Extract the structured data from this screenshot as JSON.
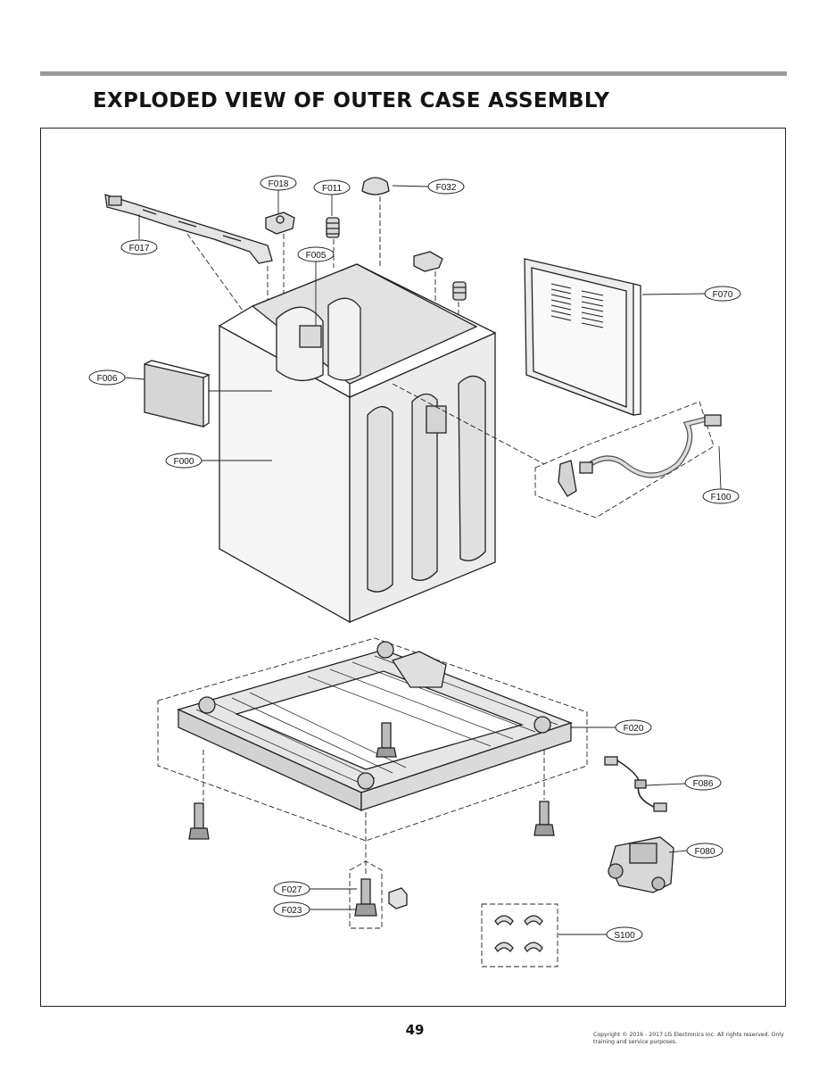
{
  "header": {
    "title": "EXPLODED VIEW OF OUTER CASE ASSEMBLY"
  },
  "parts": [
    {
      "code": "F018",
      "name": "callout-f018"
    },
    {
      "code": "F011",
      "name": "callout-f011"
    },
    {
      "code": "F032",
      "name": "callout-f032"
    },
    {
      "code": "F017",
      "name": "callout-f017"
    },
    {
      "code": "F005",
      "name": "callout-f005"
    },
    {
      "code": "F070",
      "name": "callout-f070"
    },
    {
      "code": "F006",
      "name": "callout-f006"
    },
    {
      "code": "F000",
      "name": "callout-f000"
    },
    {
      "code": "F100",
      "name": "callout-f100"
    },
    {
      "code": "F020",
      "name": "callout-f020"
    },
    {
      "code": "F086",
      "name": "callout-f086"
    },
    {
      "code": "F080",
      "name": "callout-f080"
    },
    {
      "code": "F027",
      "name": "callout-f027"
    },
    {
      "code": "F023",
      "name": "callout-f023"
    },
    {
      "code": "S100",
      "name": "callout-s100"
    }
  ],
  "footer": {
    "page_number": "49",
    "copyright": "Copyright © 2016 - 2017 LG Electronics Inc. All rights reserved. Only training and service purposes."
  }
}
